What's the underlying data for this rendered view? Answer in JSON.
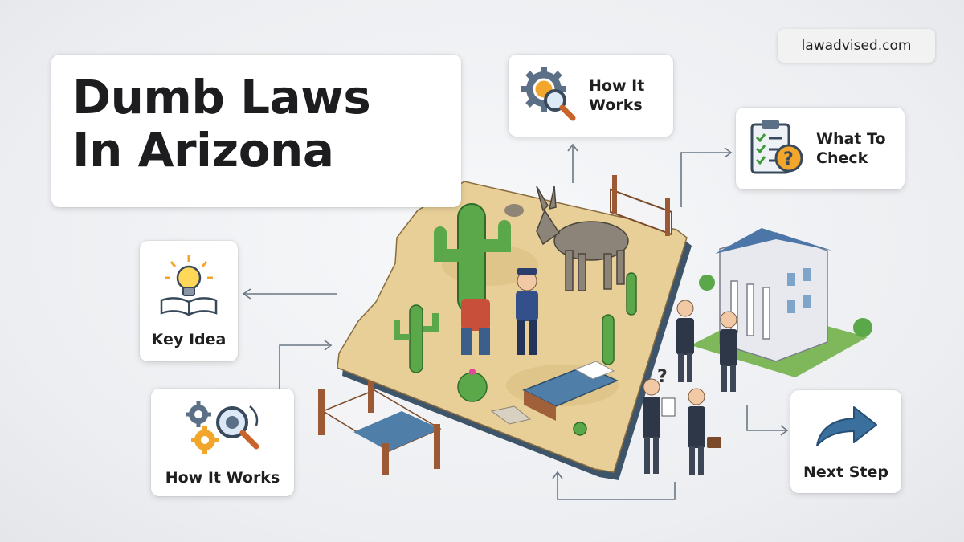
{
  "title": {
    "line1": "Dumb Laws",
    "line2": "In Arizona"
  },
  "site": "lawadvised.com",
  "cards": {
    "how_it_works_top": {
      "line1": "How It",
      "line2": "Works",
      "icon": "gear-magnifier-icon"
    },
    "what_to_check": {
      "line1": "What To",
      "line2": "Check",
      "icon": "checklist-question-icon"
    },
    "key_idea": {
      "label": "Key Idea",
      "icon": "lightbulb-book-icon"
    },
    "how_it_works_left": {
      "label": "How It Works",
      "icon": "gears-magnifier-icon"
    },
    "next_step": {
      "label": "Next Step",
      "icon": "curved-arrow-icon"
    }
  },
  "illustration": {
    "question_mark": "?",
    "elements": [
      "arizona-map",
      "saguaro-cactus",
      "police-officer",
      "donkey",
      "bed",
      "courthouse",
      "business-people"
    ]
  },
  "colors": {
    "accent_blue": "#3a6f9e",
    "desert": "#e8cf97",
    "cactus": "#5aa84a",
    "icon_orange": "#f2a72c"
  }
}
